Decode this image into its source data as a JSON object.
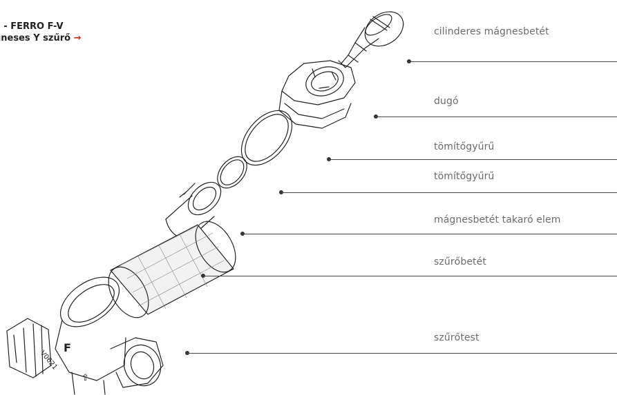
{
  "title": {
    "line1": "a - FERRO F-V",
    "line2": "gneses Y szűrő",
    "arrow": "→"
  },
  "part_labels": [
    "cilinderes mágnesbetét",
    "dugó",
    "tömítőgyűrű",
    "tömítőgyűrű",
    "mágnesbetét takaró elem",
    "szűrőbetét",
    "szűrőtest"
  ],
  "body_markings": {
    "brand": "F",
    "code": "V0621",
    "flow_arrow": "⇧"
  },
  "colors": {
    "accent": "#e0231c",
    "label": "#6b6b6b",
    "line": "#444444"
  }
}
